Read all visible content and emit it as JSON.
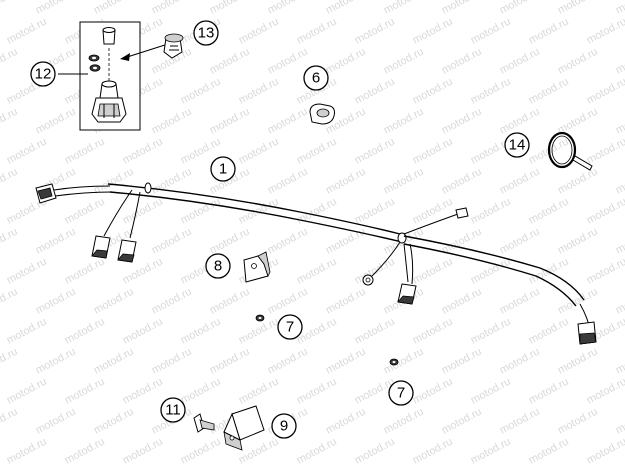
{
  "watermark": {
    "text": "motod.ru"
  },
  "callouts": [
    {
      "id": "c1",
      "label": "1"
    },
    {
      "id": "c6",
      "label": "6"
    },
    {
      "id": "c7a",
      "label": "7"
    },
    {
      "id": "c7b",
      "label": "7"
    },
    {
      "id": "c8",
      "label": "8"
    },
    {
      "id": "c9",
      "label": "9"
    },
    {
      "id": "c11",
      "label": "11"
    },
    {
      "id": "c12",
      "label": "12"
    },
    {
      "id": "c13",
      "label": "13"
    },
    {
      "id": "c14",
      "label": "14"
    }
  ]
}
